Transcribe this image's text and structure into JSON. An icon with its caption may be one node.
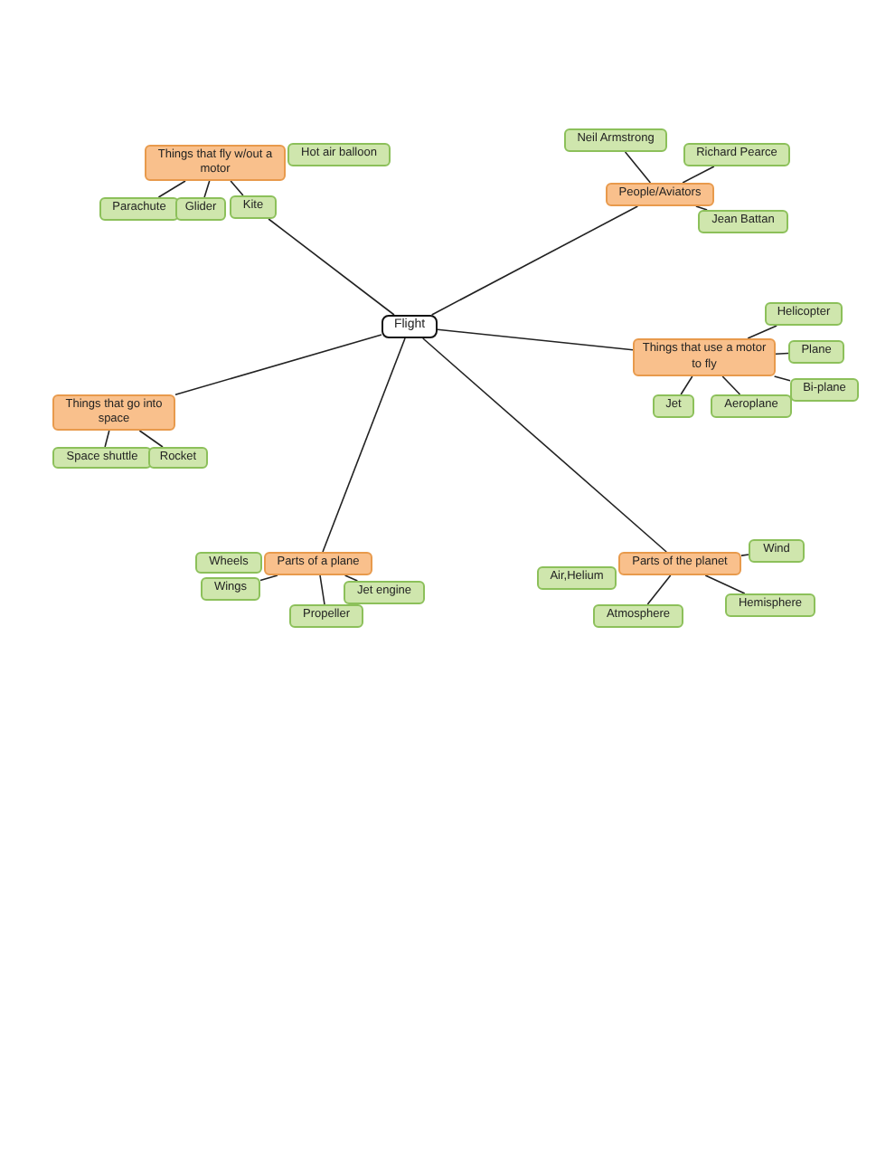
{
  "diagram": {
    "nodes": [
      {
        "text": [
          "Things that fly w/out a motor"
        ]
      },
      {
        "text": [
          "Hot air balloon"
        ]
      },
      {
        "text": [
          "Kite"
        ]
      },
      {
        "text": [
          "Parachute"
        ]
      },
      {
        "text": [
          "Glider"
        ]
      },
      {
        "text": [
          "Neil Armstrong"
        ]
      },
      {
        "text": [
          "Richard Pearce"
        ]
      },
      {
        "text": [
          "People/Aviators"
        ]
      },
      {
        "text": [
          "Jean Battan"
        ]
      },
      {
        "text": [
          "Flight"
        ]
      },
      {
        "text": [
          "Helicopter"
        ]
      },
      {
        "text": [
          "Things that use a motor to fly"
        ]
      },
      {
        "text": [
          "Plane"
        ]
      },
      {
        "text": [
          "Bi-plane"
        ]
      },
      {
        "text": [
          "Jet"
        ]
      },
      {
        "text": [
          "Aeroplane"
        ]
      },
      {
        "text": [
          "Things that go into space"
        ]
      },
      {
        "text": [
          "Space shuttle"
        ]
      },
      {
        "text": [
          "Rocket"
        ]
      },
      {
        "text": [
          "Parts of a plane"
        ]
      },
      {
        "text": [
          "Wheels"
        ]
      },
      {
        "text": [
          "Wings"
        ]
      },
      {
        "text": [
          "Jet engine"
        ]
      },
      {
        "text": [
          "Propeller"
        ]
      },
      {
        "text": [
          "Parts of the planet"
        ]
      },
      {
        "text": [
          "Wind"
        ]
      },
      {
        "text": [
          "Air,Helium"
        ]
      },
      {
        "text": [
          "Atmosphere"
        ]
      },
      {
        "text": [
          "Hemisphere"
        ]
      }
    ],
    "edges": [
      {
        "from": 9,
        "to": 2,
        "arrow": "none"
      },
      {
        "from": 0,
        "to": 2,
        "arrow": "none"
      },
      {
        "from": 0,
        "to": 3,
        "arrow": "none"
      },
      {
        "from": 0,
        "to": 4,
        "arrow": "none"
      },
      {
        "from": 9,
        "to": 7,
        "arrow": "none"
      },
      {
        "from": 7,
        "to": 5,
        "arrow": "none"
      },
      {
        "from": 7,
        "to": 6,
        "arrow": "none"
      },
      {
        "from": 7,
        "to": 8,
        "arrow": "none"
      },
      {
        "from": 9,
        "to": 11,
        "arrow": "none"
      },
      {
        "from": 11,
        "to": 10,
        "arrow": "none"
      },
      {
        "from": 11,
        "to": 12,
        "arrow": "none"
      },
      {
        "from": 11,
        "to": 13,
        "arrow": "none"
      },
      {
        "from": 11,
        "to": 14,
        "arrow": "none"
      },
      {
        "from": 11,
        "to": 15,
        "arrow": "none"
      },
      {
        "from": 9,
        "to": 16,
        "arrow": "none"
      },
      {
        "from": 16,
        "to": 17,
        "arrow": "none"
      },
      {
        "from": 16,
        "to": 18,
        "arrow": "none"
      },
      {
        "from": 9,
        "to": 19,
        "arrow": "none"
      },
      {
        "from": 19,
        "to": 21,
        "arrow": "none"
      },
      {
        "from": 19,
        "to": 22,
        "arrow": "none"
      },
      {
        "from": 19,
        "to": 23,
        "arrow": "none"
      },
      {
        "from": 9,
        "to": 24,
        "arrow": "none"
      },
      {
        "from": 24,
        "to": 25,
        "arrow": "none"
      },
      {
        "from": 24,
        "to": 27,
        "arrow": "none"
      },
      {
        "from": 24,
        "to": 28,
        "arrow": "none"
      }
    ]
  }
}
